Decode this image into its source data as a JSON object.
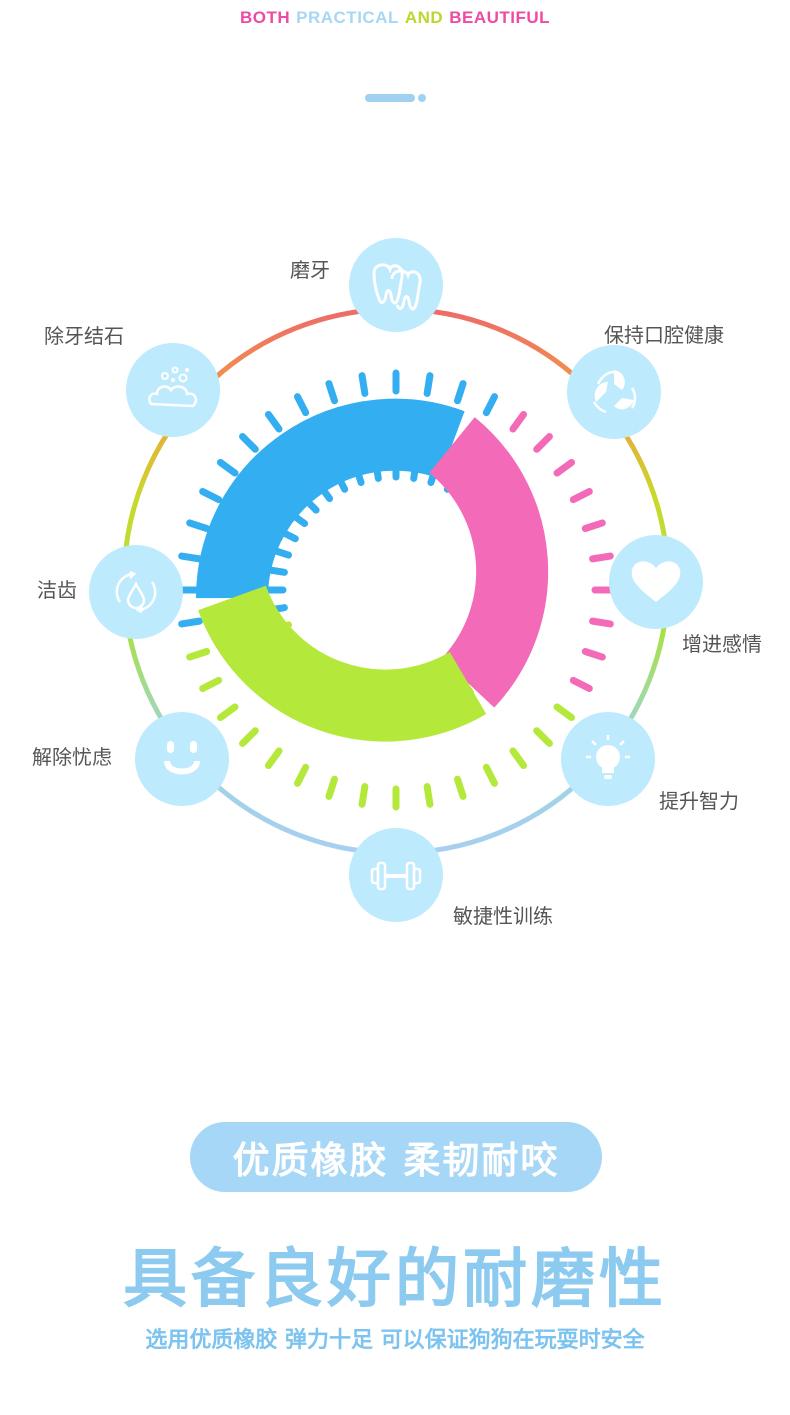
{
  "tagline": {
    "words": [
      {
        "text": "BOTH",
        "color": "#ee4aa5"
      },
      {
        "text": "PRACTICAL",
        "color": "#a7d7f5"
      },
      {
        "text": "AND",
        "color": "#b8d92e"
      },
      {
        "text": "BEAUTIFUL",
        "color": "#ee4aa5"
      }
    ]
  },
  "features": [
    {
      "label": "磨牙",
      "icon": "teeth-icon"
    },
    {
      "label": "保持口腔健康",
      "icon": "leaf-cycle-icon"
    },
    {
      "label": "增进感情",
      "icon": "heart-icon"
    },
    {
      "label": "提升智力",
      "icon": "lightbulb-icon"
    },
    {
      "label": "敏捷性训练",
      "icon": "dumbbell-icon"
    },
    {
      "label": "解除忧虑",
      "icon": "smile-icon"
    },
    {
      "label": "洁齿",
      "icon": "water-drop-icon"
    },
    {
      "label": "除牙结石",
      "icon": "foam-bubbles-icon"
    }
  ],
  "banner": {
    "text": "优质橡胶 柔韧耐咬"
  },
  "headline": "具备良好的耐磨性",
  "subline": "选用优质橡胶 弹力十足 可以保证狗狗在玩耍时安全",
  "colors": {
    "node_fill": "#bdeafd",
    "accent_blue": "#8ccaf0",
    "toy_blue": "#33aef0",
    "toy_pink": "#f36bb8",
    "toy_green": "#b4e83a"
  }
}
